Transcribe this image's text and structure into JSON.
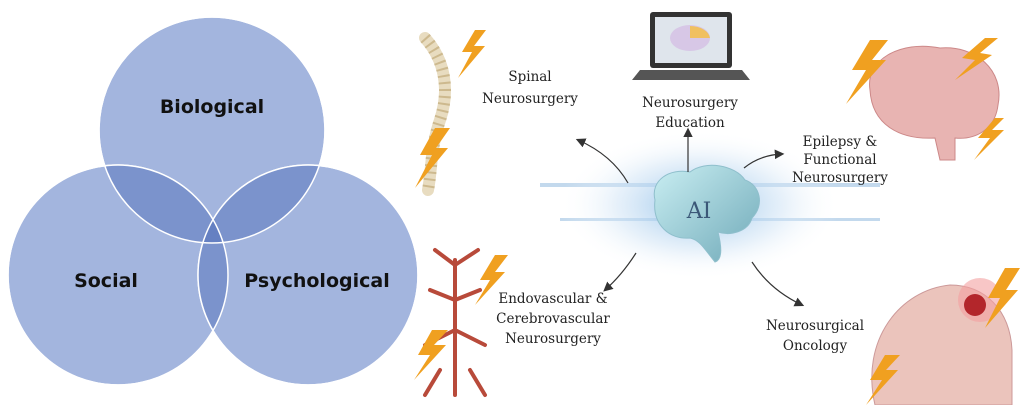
{
  "venn": {
    "circles": [
      {
        "label": "Biological"
      },
      {
        "label": "Social"
      },
      {
        "label": "Psychological"
      }
    ],
    "fill_color": "#a3b5de",
    "overlap_color": "#7b93cc",
    "center_color": "#6580c2"
  },
  "ai_diagram": {
    "center_label": "AI",
    "topics": [
      {
        "lines": [
          "Spinal",
          "Neurosurgery"
        ]
      },
      {
        "lines": [
          "Neurosurgery",
          "Education"
        ]
      },
      {
        "lines": [
          "Epilepsy &",
          "Functional",
          "Neurosurgery"
        ]
      },
      {
        "lines": [
          "Endovascular &",
          "Cerebrovascular",
          "Neurosurgery"
        ]
      },
      {
        "lines": [
          "Neurosurgical",
          "Oncology"
        ]
      }
    ],
    "accent_color": "#f0a020"
  }
}
